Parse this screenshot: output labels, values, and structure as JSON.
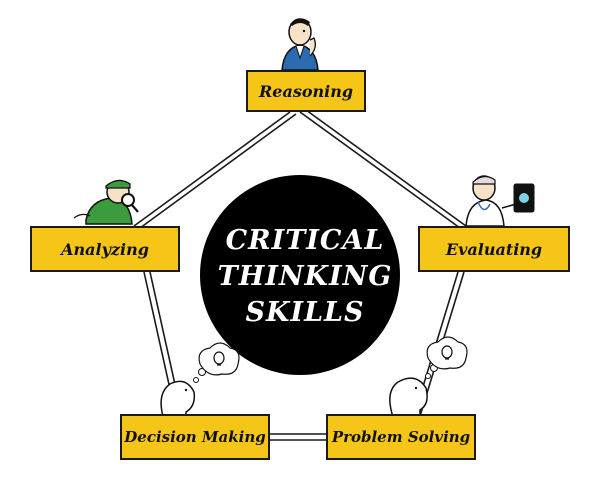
{
  "diagram": {
    "center": {
      "lines": [
        "CRITICAL",
        "THINKING",
        "SKILLS"
      ],
      "fill": "#000000",
      "text_color": "#ffffff"
    },
    "nodes": [
      {
        "id": "reasoning",
        "label": "Reasoning",
        "figure": "thinking-man-icon"
      },
      {
        "id": "evaluating",
        "label": "Evaluating",
        "figure": "doctor-with-tablet-icon"
      },
      {
        "id": "problem",
        "label": "Problem Solving",
        "figure": "head-with-lightbulb-thought-icon"
      },
      {
        "id": "decision",
        "label": "Decision Making",
        "figure": "head-with-lightbulb-thought-icon"
      },
      {
        "id": "analyzing",
        "label": "Analyzing",
        "figure": "inspector-with-magnifier-icon"
      }
    ],
    "box_color": "#f5c518",
    "edge_style": "double-line"
  }
}
